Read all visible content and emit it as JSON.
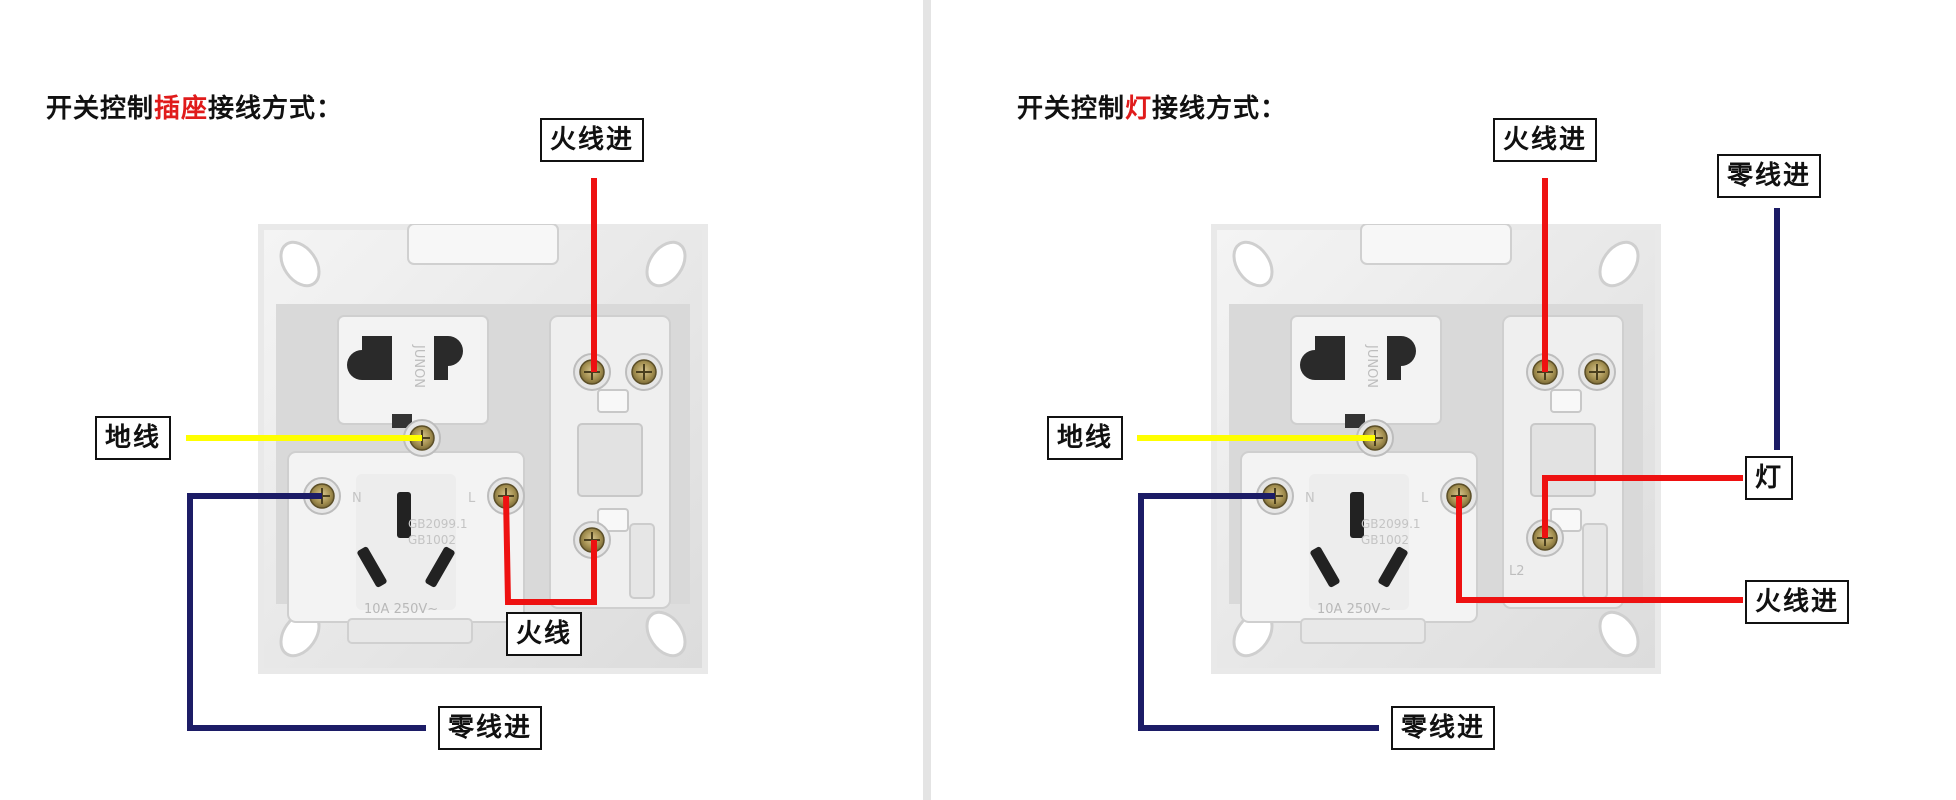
{
  "left_panel": {
    "title_prefix": "开关控制",
    "title_highlight": "插座",
    "title_suffix": "接线方式：",
    "labels": {
      "live_in": "火线进",
      "ground": "地线",
      "live": "火线",
      "neutral_in": "零线进"
    }
  },
  "right_panel": {
    "title_prefix": "开关控制",
    "title_highlight": "灯",
    "title_suffix": "接线方式：",
    "labels": {
      "live_in_top": "火线进",
      "neutral_in_top": "零线进",
      "ground": "地线",
      "lamp": "灯",
      "live_in_right": "火线进",
      "neutral_in_bottom": "零线进"
    }
  },
  "socket_markings": {
    "brand": "JUNON",
    "n_mark": "N",
    "l_mark": "L",
    "standard": "GB2099.1",
    "standard2": "GB1002",
    "rating": "10A 250V~",
    "switch_mark": "L2"
  },
  "colors": {
    "live": "#ee1111",
    "neutral": "#1c1c66",
    "ground": "#ffff00",
    "highlight_text": "#e01b1b"
  }
}
